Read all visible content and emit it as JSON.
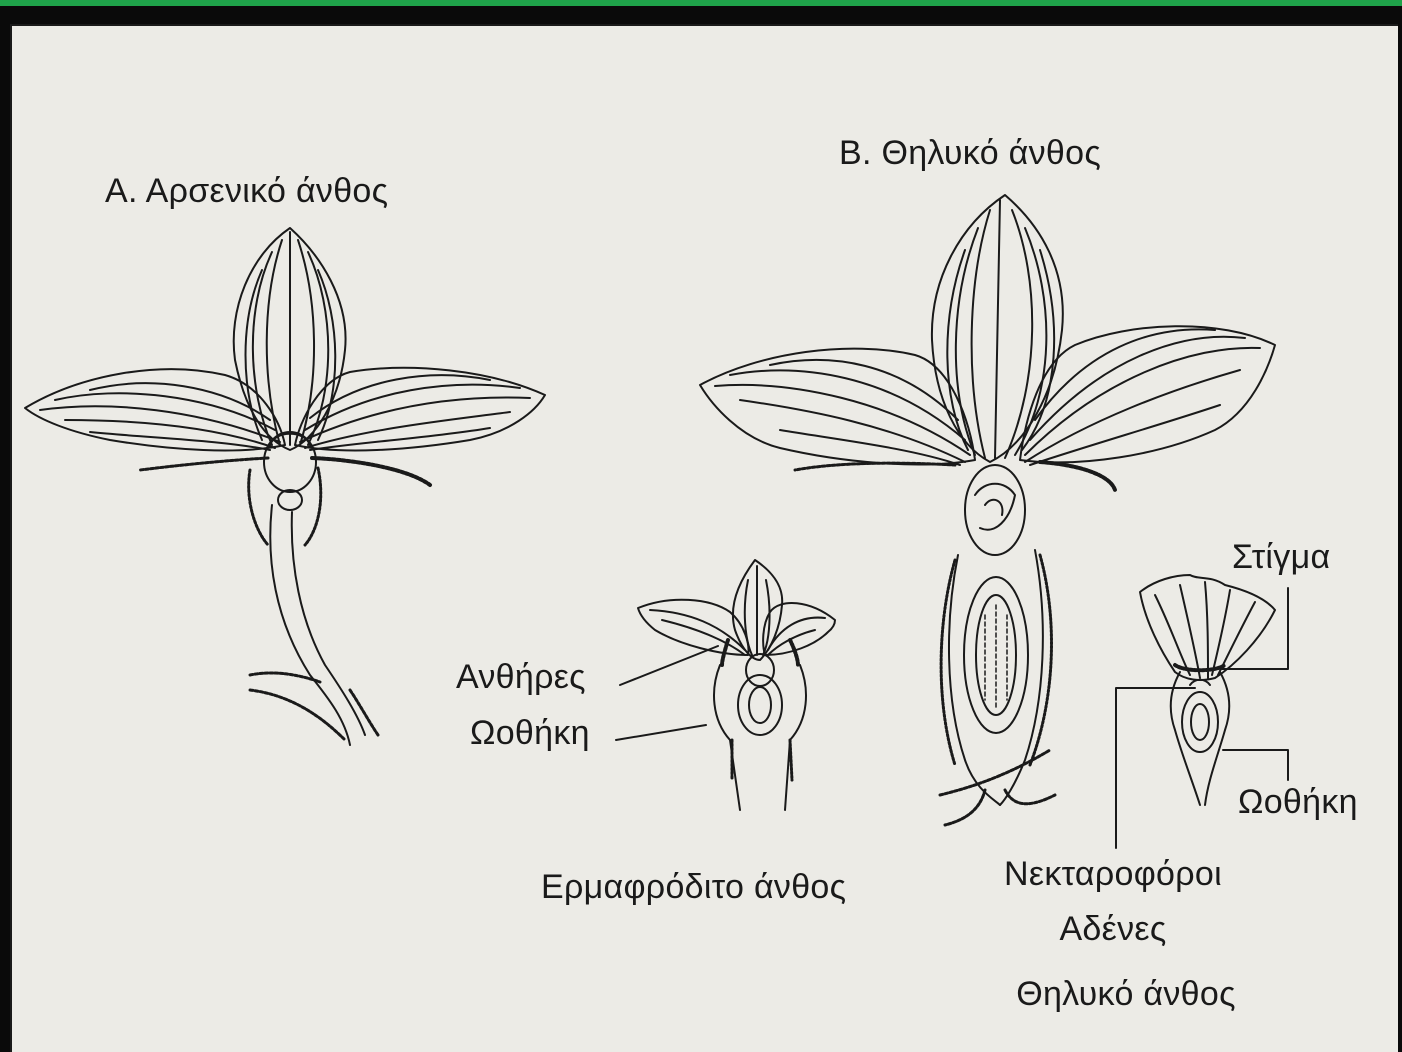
{
  "labels": {
    "male_flower": "Α. Αρσενικό άνθος",
    "female_flower": "Β. Θηλυκό άνθος",
    "anthers": "Ανθήρες",
    "ovary_left": "Ωοθήκη",
    "hermaphrodite": "Ερμαφρόδιτο άνθος",
    "stigma": "Στίγμα",
    "ovary_right": "Ωοθήκη",
    "nectaries_line1": "Νεκταροφόροι",
    "nectaries_line2": "Αδένες",
    "female_small": "Θηλυκό άνθος"
  },
  "colors": {
    "frame_bar": "#1fa34a",
    "background": "#ecebe6",
    "ink": "#1a1a1a"
  }
}
